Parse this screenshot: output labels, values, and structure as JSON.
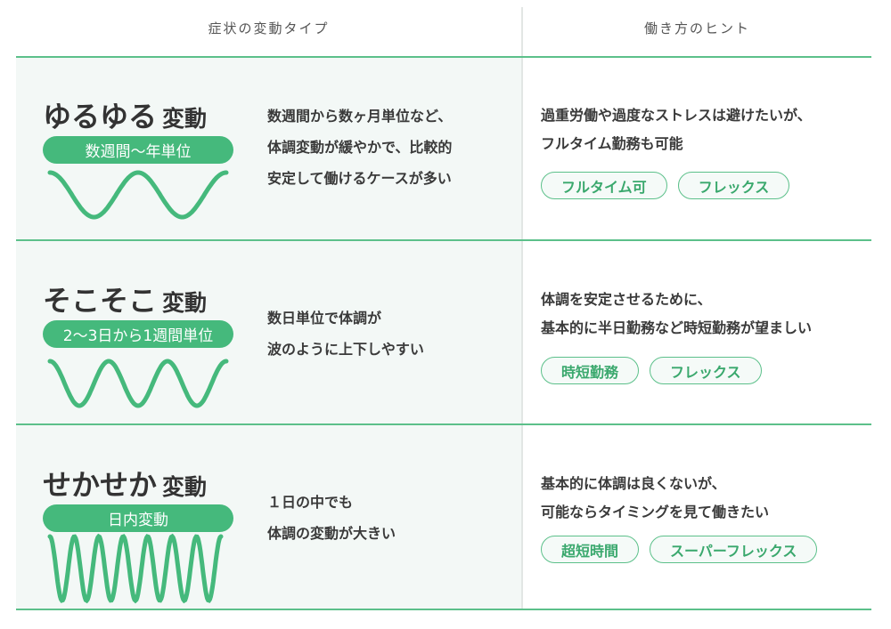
{
  "header": {
    "col1": "症状の変動タイプ",
    "col2": "働き方のヒント"
  },
  "colors": {
    "accent": "#45b97c",
    "line": "#5cc08a",
    "left_bg": "#f3f8f6"
  },
  "rows": [
    {
      "title": "ゆるゆる",
      "suffix": "変動",
      "period": "数週間〜年単位",
      "wave_cycles": 2,
      "desc": [
        "数週間から数ヶ月単位など、",
        "体調変動が緩やかで、比較的",
        "安定して働けるケースが多い"
      ],
      "hint": [
        "過重労働や過度なストレスは避けたいが、",
        "フルタイム勤務も可能"
      ],
      "tags": [
        "フルタイム可",
        "フレックス"
      ]
    },
    {
      "title": "そこそこ",
      "suffix": "変動",
      "period": "2〜3日から1週間単位",
      "wave_cycles": 3,
      "desc": [
        "数日単位で体調が",
        "波のように上下しやすい"
      ],
      "hint": [
        "体調を安定させるために、",
        "基本的に半日勤務など時短勤務が望ましい"
      ],
      "tags": [
        "時短勤務",
        "フレックス"
      ]
    },
    {
      "title": "せかせか",
      "suffix": "変動",
      "period": "日内変動",
      "wave_cycles": 7,
      "desc": [
        "１日の中でも",
        "体調の変動が大きい"
      ],
      "hint": [
        "基本的に体調は良くないが、",
        "可能ならタイミングを見て働きたい"
      ],
      "tags": [
        "超短時間",
        "スーパーフレックス"
      ]
    }
  ]
}
